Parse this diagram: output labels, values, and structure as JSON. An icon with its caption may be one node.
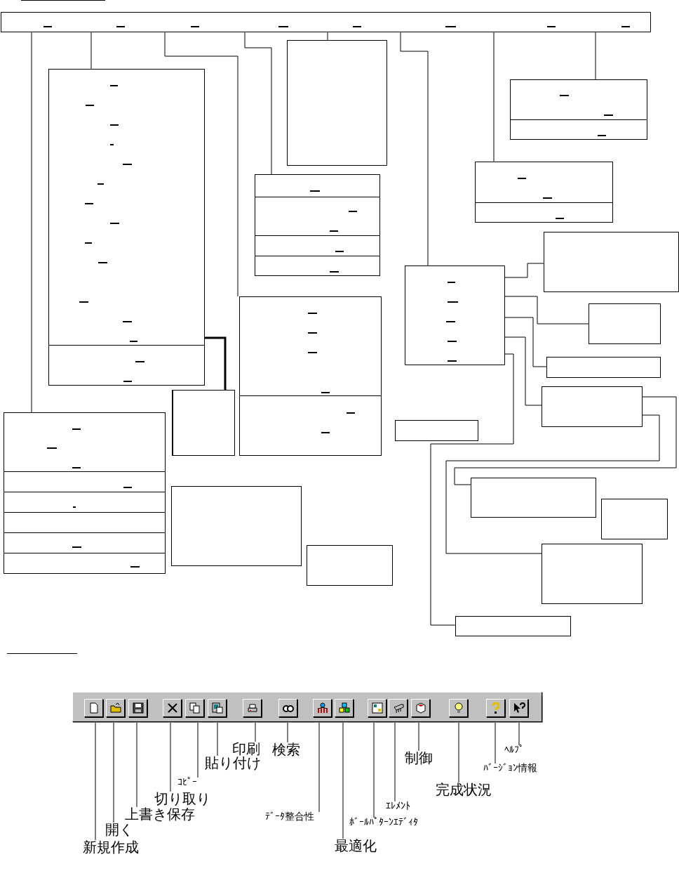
{
  "diagram": {
    "nodes": [
      {
        "text": [],
        "shape": "box"
      },
      {
        "text": [],
        "shape": "box"
      },
      {
        "text": [],
        "shape": "box"
      },
      {
        "text": [],
        "shape": "box"
      },
      {
        "text": [],
        "shape": "box"
      },
      {
        "text": [],
        "shape": "box"
      },
      {
        "text": [],
        "shape": "box"
      },
      {
        "text": [],
        "shape": "box"
      },
      {
        "text": [],
        "shape": "box"
      },
      {
        "text": [],
        "shape": "box"
      },
      {
        "text": [],
        "shape": "box"
      },
      {
        "text": [],
        "shape": "box"
      },
      {
        "text": [],
        "shape": "box"
      },
      {
        "text": [],
        "shape": "box"
      },
      {
        "text": [],
        "shape": "box"
      },
      {
        "text": [],
        "shape": "box"
      },
      {
        "text": [],
        "shape": "box"
      },
      {
        "text": [],
        "shape": "box"
      },
      {
        "text": [],
        "shape": "box"
      },
      {
        "text": [],
        "shape": "box"
      },
      {
        "text": [],
        "shape": "box"
      },
      {
        "text": [],
        "shape": "button"
      },
      {
        "text": [],
        "shape": "button"
      },
      {
        "text": [],
        "shape": "button"
      },
      {
        "text": [],
        "shape": "button"
      },
      {
        "text": [],
        "shape": "button"
      },
      {
        "text": [],
        "shape": "button"
      },
      {
        "text": [],
        "shape": "button"
      },
      {
        "text": [],
        "shape": "button"
      },
      {
        "text": [],
        "shape": "button"
      },
      {
        "text": [],
        "shape": "button"
      },
      {
        "text": [],
        "shape": "button"
      },
      {
        "text": [],
        "shape": "button"
      },
      {
        "text": [],
        "shape": "button"
      },
      {
        "text": [],
        "shape": "button"
      },
      {
        "text": [],
        "shape": "button"
      },
      {
        "text": [],
        "shape": "button"
      },
      {
        "text": [
          "新規作成"
        ]
      },
      {
        "text": [
          "開く"
        ]
      },
      {
        "text": [
          "上書き保存"
        ]
      },
      {
        "text": [
          "切り取り"
        ]
      },
      {
        "text": [
          "ｺﾋﾟｰ"
        ]
      },
      {
        "text": [
          "貼り付け"
        ]
      },
      {
        "text": [
          "印刷"
        ]
      },
      {
        "text": [
          "検索"
        ]
      },
      {
        "text": [
          "ﾃﾞｰﾀ整合性"
        ]
      },
      {
        "text": [
          "最適化"
        ]
      },
      {
        "text": [
          "ﾎﾞｰﾙﾊﾟﾀｰﾝｴﾃﾞｨﾀ"
        ]
      },
      {
        "text": [
          "ｴﾚﾒﾝﾄ"
        ]
      },
      {
        "text": [
          "制御"
        ]
      },
      {
        "text": [
          "完成状況"
        ]
      },
      {
        "text": [
          "ﾊﾞｰｼﾞｮﾝ情報"
        ]
      },
      {
        "text": [
          "ﾍﾙﾌﾟ"
        ]
      }
    ],
    "edges": [
      {
        "from": 0,
        "to": 2,
        "arrow": "none"
      },
      {
        "from": 0,
        "to": 1,
        "arrow": "none"
      },
      {
        "from": 0,
        "to": 4,
        "arrow": "none"
      },
      {
        "from": 0,
        "to": 6,
        "arrow": "none"
      },
      {
        "from": 0,
        "to": 5,
        "arrow": "none"
      },
      {
        "from": 0,
        "to": 7,
        "arrow": "none"
      },
      {
        "from": 0,
        "to": 8,
        "arrow": "none"
      },
      {
        "from": 0,
        "to": 9,
        "arrow": "none"
      },
      {
        "from": 1,
        "to": 3,
        "arrow": "none",
        "style": "thick"
      },
      {
        "from": 7,
        "to": 10,
        "arrow": "none"
      },
      {
        "from": 7,
        "to": 11,
        "arrow": "none"
      },
      {
        "from": 7,
        "to": 12,
        "arrow": "none"
      },
      {
        "from": 7,
        "to": 13,
        "arrow": "none"
      },
      {
        "from": 7,
        "to": 20,
        "arrow": "none"
      },
      {
        "from": 13,
        "to": 17,
        "arrow": "none"
      },
      {
        "from": 13,
        "to": 19,
        "arrow": "none"
      },
      {
        "from": 37,
        "to": 21,
        "arrow": "none"
      },
      {
        "from": 38,
        "to": 22,
        "arrow": "none"
      },
      {
        "from": 39,
        "to": 23,
        "arrow": "none"
      },
      {
        "from": 40,
        "to": 24,
        "arrow": "none"
      },
      {
        "from": 41,
        "to": 25,
        "arrow": "none"
      },
      {
        "from": 42,
        "to": 26,
        "arrow": "none"
      },
      {
        "from": 43,
        "to": 27,
        "arrow": "none"
      },
      {
        "from": 44,
        "to": 28,
        "arrow": "none"
      },
      {
        "from": 45,
        "to": 29,
        "arrow": "none"
      },
      {
        "from": 46,
        "to": 30,
        "arrow": "none"
      },
      {
        "from": 47,
        "to": 31,
        "arrow": "none"
      },
      {
        "from": 48,
        "to": 32,
        "arrow": "none"
      },
      {
        "from": 49,
        "to": 33,
        "arrow": "none"
      },
      {
        "from": 50,
        "to": 34,
        "arrow": "none"
      },
      {
        "from": 51,
        "to": 35,
        "arrow": "none"
      },
      {
        "from": 52,
        "to": 36,
        "arrow": "none"
      }
    ]
  }
}
